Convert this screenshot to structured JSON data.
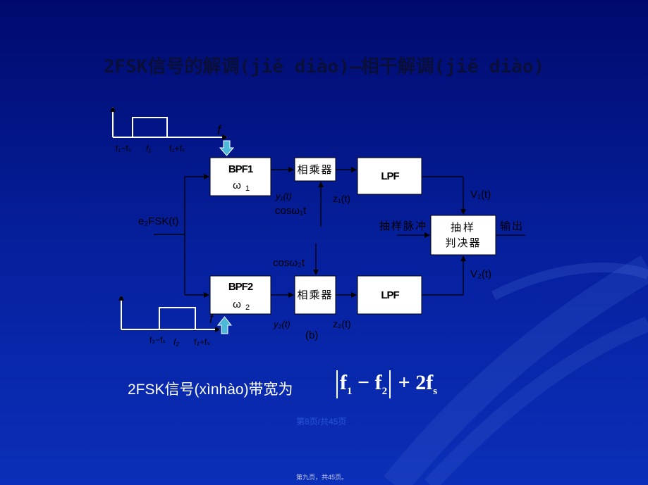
{
  "slide": {
    "title": "2FSK信号的解调(jiě diào)—相干解调(jiě diào)",
    "caption": "2FSK信号(xìnhào)带宽为",
    "formula": {
      "f1": "f",
      "sub1": "1",
      "f2": "f",
      "sub2": "2",
      "fs": "2f",
      "subs": "s",
      "minus": "−",
      "plus": "+"
    },
    "page_number": "第8页/共45页",
    "footer": "第九页，共45页。"
  },
  "diagram": {
    "input_label": "e₂FSK(t)",
    "bpf1": {
      "label": "BPF1",
      "omega": "ω",
      "sub": "1"
    },
    "bpf2": {
      "label": "BPF2",
      "omega": "ω",
      "sub": "2"
    },
    "multiplier_1": "相乘器",
    "multiplier_2": "相乘器",
    "lpf_1": "LPF",
    "lpf_2": "LPF",
    "decision_line1": "抽样",
    "decision_line2": "判决器",
    "sampling_pulse": "抽样脉冲",
    "output": "输出",
    "cos1": "cosω₁t",
    "cos2": "cosω₂t",
    "y1": "y₁(t)",
    "y2": "y₂(t)",
    "z1": "z₁(t)",
    "z2": "z₂(t)",
    "v1": "V₁(t)",
    "v2": "V₂(t)",
    "figure_label": "(b)",
    "spectrum1": {
      "axis": "f",
      "tick_left": "f₁−fₛ",
      "tick_mid": "f₁",
      "tick_right": "f₁+fₛ"
    },
    "spectrum2": {
      "axis": "f",
      "tick_left": "f₂−fₛ",
      "tick_mid": "f₂",
      "tick_right": "f₂+fₛ"
    }
  },
  "colors": {
    "background_top": "#000a6e",
    "background_bottom": "#0b2fb8",
    "title_color": "#0a0f3a",
    "faded_text": "#d8dcec",
    "arrow_fill": "#4db8d8",
    "page_number_color": "#2a55d8"
  }
}
